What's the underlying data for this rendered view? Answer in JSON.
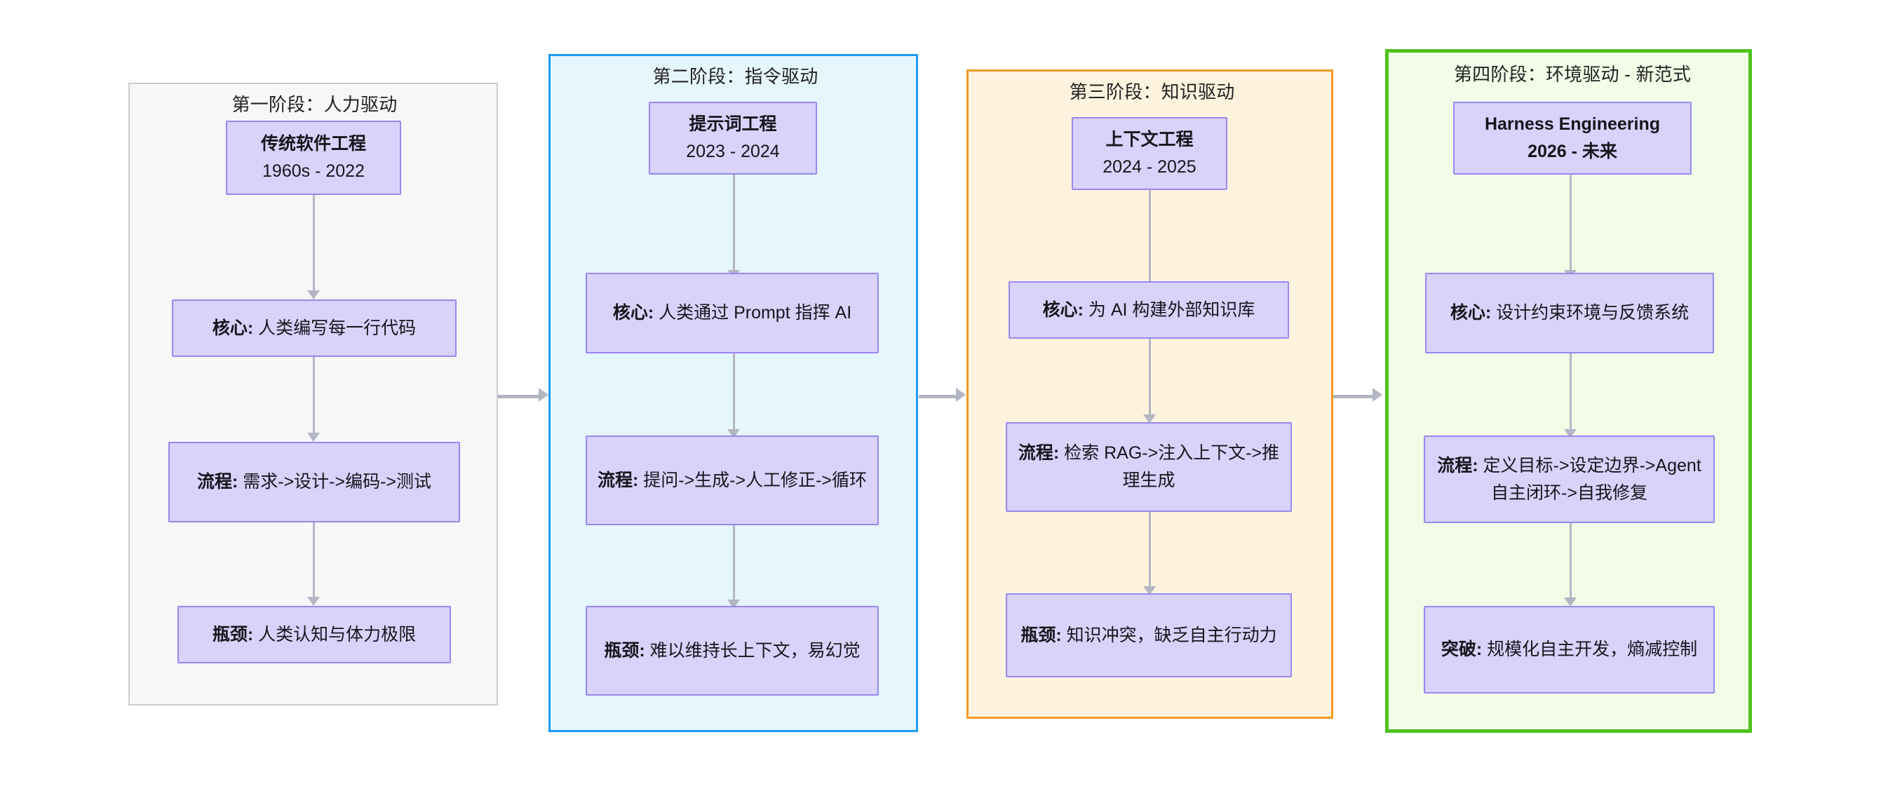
{
  "diagram": {
    "type": "flowchart",
    "direction": "left-to-right phases, top-to-bottom nodes",
    "phases": [
      {
        "id": "phase-1",
        "title": "第一阶段：人力驱动",
        "accent": "#cccccc",
        "background": "#f7f7f7",
        "nodes": [
          {
            "id": "p1-head",
            "title": "传统软件工程",
            "subtitle": "1960s - 2022"
          },
          {
            "id": "p1-core",
            "label_bold": "核心:",
            "label_rest": " 人类编写每一行代码"
          },
          {
            "id": "p1-flow",
            "label_bold": "流程:",
            "label_rest": " 需求->设计->编码->测试"
          },
          {
            "id": "p1-limit",
            "label_bold": "瓶颈:",
            "label_rest": " 人类认知与体力极限"
          }
        ]
      },
      {
        "id": "phase-2",
        "title": "第二阶段：指令驱动",
        "accent": "#1e9bf0",
        "background": "#e6f6fd",
        "nodes": [
          {
            "id": "p2-head",
            "title": "提示词工程",
            "subtitle": "2023 - 2024"
          },
          {
            "id": "p2-core",
            "label_bold": "核心:",
            "label_rest": " 人类通过 Prompt 指挥 AI"
          },
          {
            "id": "p2-flow",
            "label_bold": "流程:",
            "label_rest": " 提问->生成->人工修正->循环"
          },
          {
            "id": "p2-limit",
            "label_bold": "瓶颈:",
            "label_rest": " 难以维持长上下文，易幻觉"
          }
        ]
      },
      {
        "id": "phase-3",
        "title": "第三阶段：知识驱动",
        "accent": "#f59a23",
        "background": "#fdf3de",
        "nodes": [
          {
            "id": "p3-head",
            "title": "上下文工程",
            "subtitle": "2024 - 2025"
          },
          {
            "id": "p3-core",
            "label_bold": "核心:",
            "label_rest": " 为 AI 构建外部知识库"
          },
          {
            "id": "p3-flow",
            "label_bold": "流程:",
            "label_rest": " 检索 RAG->注入上下文->推理生成"
          },
          {
            "id": "p3-limit",
            "label_bold": "瓶颈:",
            "label_rest": " 知识冲突，缺乏自主行动力"
          }
        ]
      },
      {
        "id": "phase-4",
        "title": "第四阶段：环境驱动 - 新范式",
        "accent": "#4fc31a",
        "background": "#f2fce7",
        "nodes": [
          {
            "id": "p4-head",
            "title": "Harness Engineering",
            "subtitle": "2026 - 未来"
          },
          {
            "id": "p4-core",
            "label_bold": "核心:",
            "label_rest": " 设计约束环境与反馈系统"
          },
          {
            "id": "p4-flow",
            "label_bold": "流程:",
            "label_rest": " 定义目标->设定边界->Agent 自主闭环->自我修复"
          },
          {
            "id": "p4-limit",
            "label_bold": "突破:",
            "label_rest": " 规模化自主开发，熵减控制"
          }
        ]
      }
    ],
    "connector_color": "#b4b6c4",
    "node_fill": "#d9d2fb",
    "node_border": "#9a87f0"
  }
}
